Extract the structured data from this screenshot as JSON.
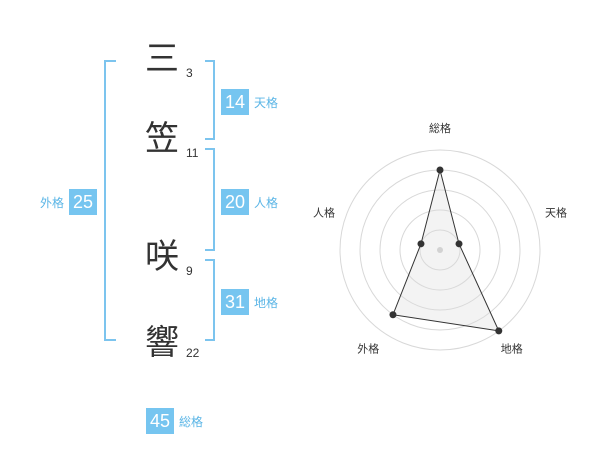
{
  "name_chars": [
    {
      "char": "三",
      "strokes": "3"
    },
    {
      "char": "笠",
      "strokes": "11"
    },
    {
      "char": "咲",
      "strokes": "9"
    },
    {
      "char": "響",
      "strokes": "22"
    }
  ],
  "fortune": {
    "tenkaku": {
      "value": "14",
      "label": "天格"
    },
    "jinkaku": {
      "value": "20",
      "label": "人格"
    },
    "chikaku": {
      "value": "31",
      "label": "地格"
    },
    "gaikaku": {
      "value": "25",
      "label": "外格"
    },
    "soukaku": {
      "value": "45",
      "label": "総格"
    }
  },
  "colors": {
    "accent": "#76c5f0",
    "bracket": "#7cc4ee",
    "text": "#333333"
  },
  "chart_data": {
    "type": "radar",
    "axes": [
      "総格",
      "天格",
      "地格",
      "外格",
      "人格"
    ],
    "values": [
      4,
      1,
      5,
      4,
      1
    ],
    "max": 5,
    "rings": 5,
    "grid": true
  }
}
